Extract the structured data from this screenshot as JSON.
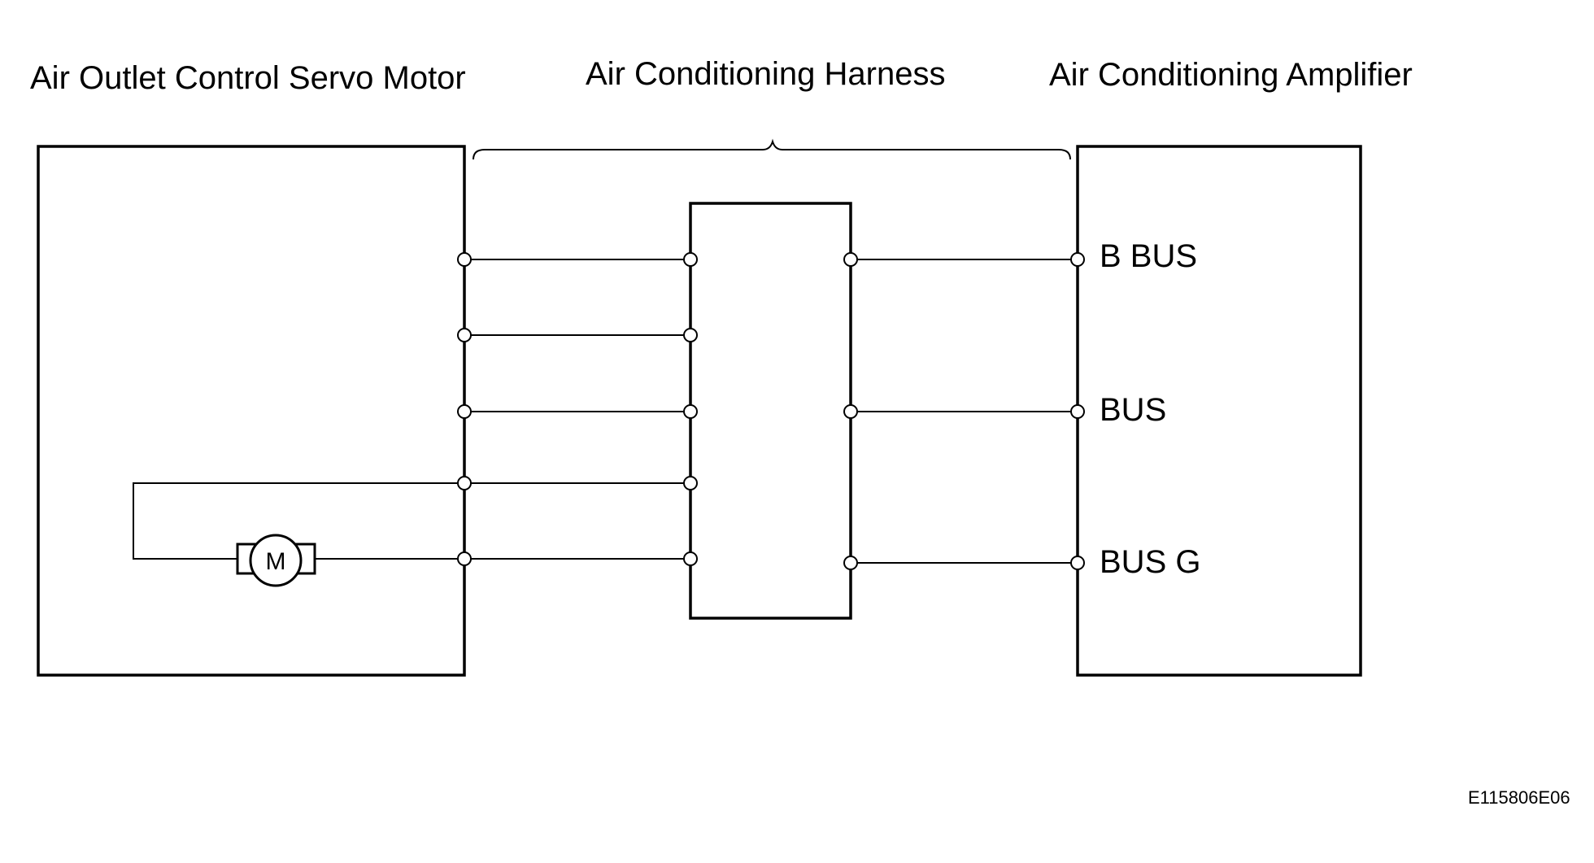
{
  "components": {
    "servo_motor": {
      "title": "Air Outlet Control Servo Motor",
      "motor_symbol": "M"
    },
    "harness": {
      "title": "Air Conditioning Harness"
    },
    "amplifier": {
      "title": "Air Conditioning Amplifier"
    }
  },
  "terminals": {
    "b_bus": "B BUS",
    "bus": "BUS",
    "bus_g": "BUS G"
  },
  "figure_code": "E115806E06",
  "icons": {
    "motor": "motor-icon",
    "brace": "brace-icon",
    "terminal": "terminal-icon"
  }
}
